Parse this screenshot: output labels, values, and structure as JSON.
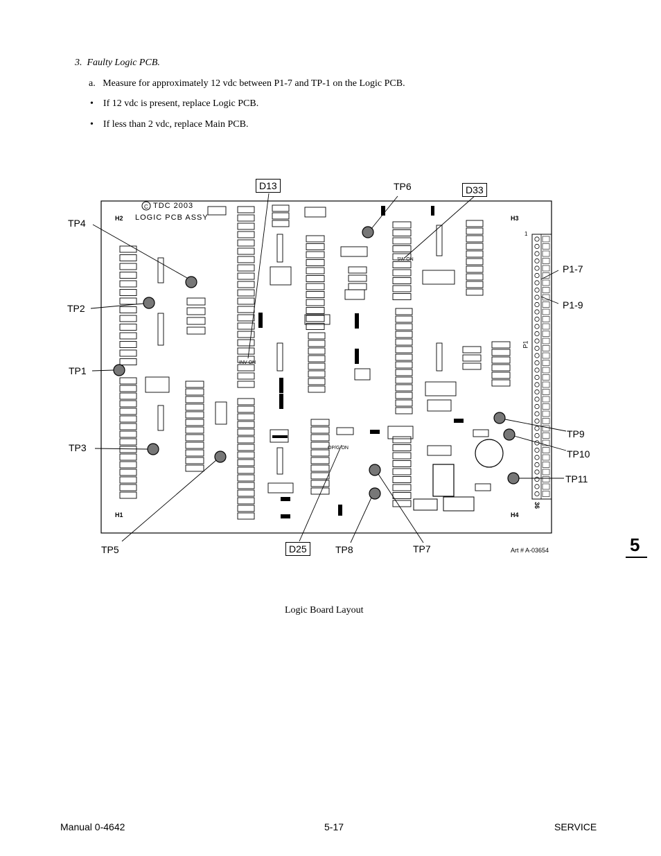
{
  "instructions": {
    "step": "3.",
    "step_title": "Faulty Logic PCB.",
    "substep_letter": "a.",
    "substep_text": "Measure for approximately 12 vdc between P1-7 and TP-1 on the Logic PCB.",
    "bullets": [
      "If 12 vdc is present, replace Logic PCB.",
      "If less than 2 vdc, replace Main PCB."
    ],
    "bullet_glyph": "•"
  },
  "board": {
    "silkscreen_copyright": "TDC 2003",
    "silkscreen_title": "LOGIC PCB ASSY",
    "corner_labels": [
      "H2",
      "H3",
      "H1",
      "H4"
    ],
    "connector_label": "P1",
    "connector_pin_first": "1",
    "connector_pin_last": "36",
    "switch_labels": [
      "INV ON",
      "OP/G ON",
      "SW ON"
    ]
  },
  "callouts": {
    "D13": "D13",
    "TP6": "TP6",
    "D33": "D33",
    "TP4": "TP4",
    "TP2": "TP2",
    "TP1": "TP1",
    "TP3": "TP3",
    "TP5": "TP5",
    "D25": "D25",
    "TP8": "TP8",
    "TP7": "TP7",
    "P1_7": "P1-7",
    "P1_9": "P1-9",
    "TP9": "TP9",
    "TP10": "TP10",
    "TP11": "TP11"
  },
  "art_number": "Art # A-03654",
  "figure_caption": "Logic Board Layout",
  "chapter_tab": "5",
  "footer": {
    "left": "Manual 0-4642",
    "center": "5-17",
    "right": "SERVICE"
  }
}
